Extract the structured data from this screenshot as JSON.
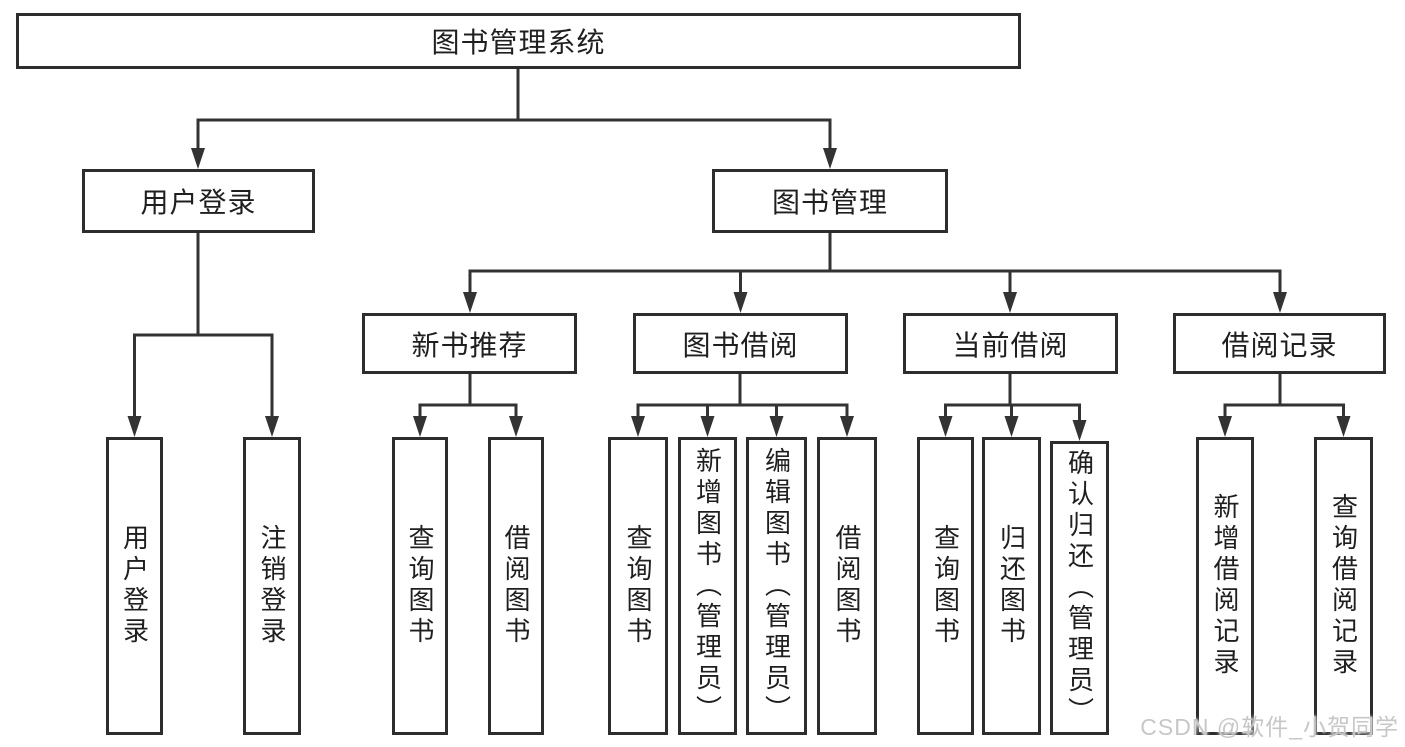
{
  "diagram": {
    "root": {
      "label": "图书管理系统"
    },
    "branches": [
      {
        "label": "用户登录",
        "children": [
          {
            "label": "用户登录"
          },
          {
            "label": "注销登录"
          }
        ]
      },
      {
        "label": "图书管理",
        "children": [
          {
            "label": "新书推荐",
            "children": [
              {
                "label": "查询图书"
              },
              {
                "label": "借阅图书"
              }
            ]
          },
          {
            "label": "图书借阅",
            "children": [
              {
                "label": "查询图书"
              },
              {
                "label": "新增图书（管理员）"
              },
              {
                "label": "编辑图书（管理员）"
              },
              {
                "label": "借阅图书"
              }
            ]
          },
          {
            "label": "当前借阅",
            "children": [
              {
                "label": "查询图书"
              },
              {
                "label": "归还图书"
              },
              {
                "label": "确认归还（管理员）"
              }
            ]
          },
          {
            "label": "借阅记录",
            "children": [
              {
                "label": "新增借阅记录"
              },
              {
                "label": "查询借阅记录"
              }
            ]
          }
        ]
      }
    ]
  },
  "watermark": {
    "text": "CSDN @软件_小贺同学"
  },
  "colors": {
    "line": "#333333",
    "border": "#2d2d2d",
    "text": "#1f1f1f",
    "watermark": "#c7c7c7",
    "background": "#ffffff"
  }
}
